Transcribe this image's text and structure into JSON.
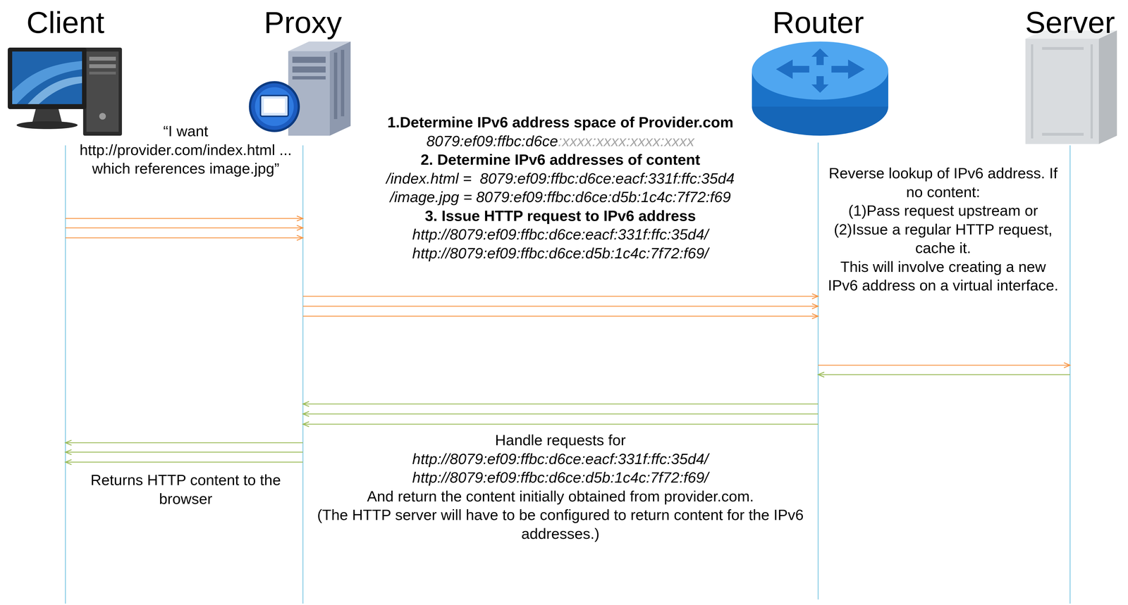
{
  "diagram": {
    "nodes": [
      {
        "text": [
          "Client"
        ]
      },
      {
        "text": [
          "Proxy"
        ]
      },
      {
        "text": [
          "Router"
        ]
      },
      {
        "text": [
          "Server"
        ]
      }
    ],
    "edges": [
      {
        "from": 0,
        "to": 1,
        "arrow": "to"
      },
      {
        "from": 0,
        "to": 1,
        "arrow": "to"
      },
      {
        "from": 0,
        "to": 1,
        "arrow": "to"
      },
      {
        "from": 1,
        "to": 2,
        "arrow": "to"
      },
      {
        "from": 1,
        "to": 2,
        "arrow": "to"
      },
      {
        "from": 1,
        "to": 2,
        "arrow": "to"
      },
      {
        "from": 2,
        "to": 3,
        "arrow": "to"
      },
      {
        "from": 3,
        "to": 2,
        "arrow": "to"
      },
      {
        "from": 2,
        "to": 1,
        "arrow": "to"
      },
      {
        "from": 2,
        "to": 1,
        "arrow": "to"
      },
      {
        "from": 2,
        "to": 1,
        "arrow": "to"
      },
      {
        "from": 1,
        "to": 0,
        "arrow": "to"
      },
      {
        "from": 1,
        "to": 0,
        "arrow": "to"
      },
      {
        "from": 1,
        "to": 0,
        "arrow": "to"
      }
    ],
    "labels": [
      "“I want http://provider.com/index.html ... which references image.jpg”",
      "1.Determine IPv6 address space of Provider.com",
      "8079:ef09:ffbc:d6ce",
      ":xxxx:xxxx:xxxx:xxxx",
      "2. Determine IPv6 addresses of content",
      "/index.html =  8079:ef09:ffbc:d6ce:eacf:331f:ffc:35d4",
      "/image.jpg = 8079:ef09:ffbc:d6ce:d5b:1c4c:7f72:f69",
      "3. Issue HTTP request to IPv6 address",
      "http://8079:ef09:ffbc:d6ce:eacf:331f:ffc:35d4/",
      "http://8079:ef09:ffbc:d6ce:d5b:1c4c:7f72:f69/",
      "Reverse lookup of IPv6 address. If no content:",
      "(1)Pass request upstream or",
      "(2)Issue a regular HTTP request, cache it.",
      "This will involve creating a new IPv6 address on a virtual interface.",
      "Handle requests for",
      "http://8079:ef09:ffbc:d6ce:eacf:331f:ffc:35d4/",
      "http://8079:ef09:ffbc:d6ce:d5b:1c4c:7f72:f69/",
      "And return the content initially obtained from provider.com.",
      "(The HTTP server will have to be configured to return content for the IPv6 addresses.)",
      "Returns HTTP content to the browser"
    ]
  }
}
